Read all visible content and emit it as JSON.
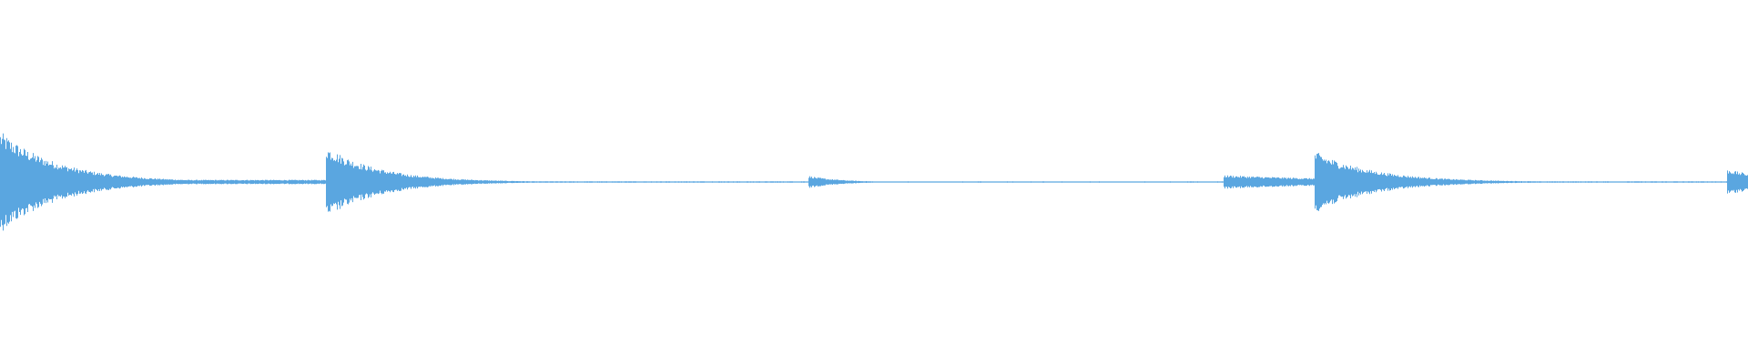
{
  "waveform": {
    "color": "#5aa6e0",
    "background": "#ffffff",
    "duration_fraction_segments": [
      {
        "start": 0.0,
        "end": 0.186,
        "peak": 0.28,
        "decay": 5.5,
        "floor": 0.012
      },
      {
        "start": 0.186,
        "end": 0.462,
        "peak": 0.2,
        "decay": 9.0,
        "floor": 0.004
      },
      {
        "start": 0.462,
        "end": 0.7,
        "peak": 0.035,
        "decay": 14.0,
        "floor": 0.0035
      },
      {
        "start": 0.7,
        "end": 0.752,
        "peak": 0.038,
        "decay": 0.6,
        "floor": 0.02
      },
      {
        "start": 0.752,
        "end": 0.988,
        "peak": 0.17,
        "decay": 7.0,
        "floor": 0.004
      },
      {
        "start": 0.988,
        "end": 1.0,
        "peak": 0.07,
        "decay": 0.4,
        "floor": 0.04
      }
    ]
  }
}
